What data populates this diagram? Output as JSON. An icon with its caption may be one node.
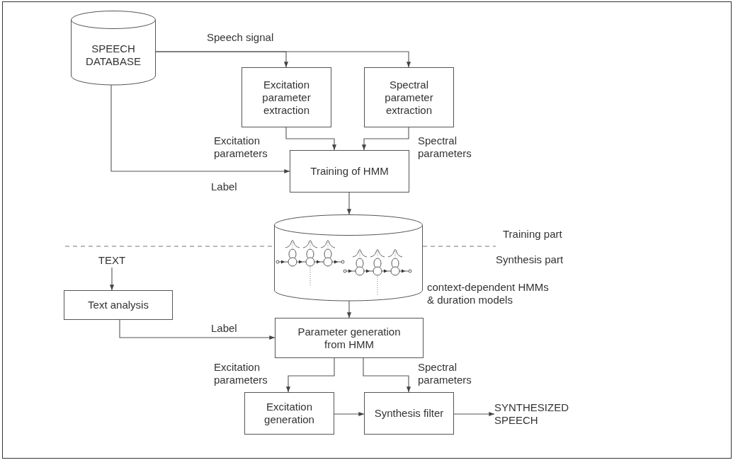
{
  "diagram": {
    "nodes": [
      {
        "text": [
          "SPEECH DATABASE"
        ]
      },
      {
        "text": [
          "Excitation parameter extraction"
        ]
      },
      {
        "text": [
          "Spectral parameter extraction"
        ]
      },
      {
        "text": [
          "Training of HMM"
        ]
      },
      {
        "text": [],
        "shape": "cylinder",
        "beside": [
          "context-dependent HMMs & duration models"
        ]
      },
      {
        "text": [
          "TEXT"
        ]
      },
      {
        "text": [
          "Text analysis"
        ]
      },
      {
        "text": [
          "Parameter generation from HMM"
        ]
      },
      {
        "text": [
          "Excitation generation"
        ]
      },
      {
        "text": [
          "Synthesis filter"
        ]
      },
      {
        "text": [
          "SYNTHESIZED SPEECH"
        ]
      }
    ],
    "edges": [
      {
        "from": 0,
        "to": 1,
        "arrow": "to",
        "label": "Speech signal"
      },
      {
        "from": 0,
        "to": 2,
        "arrow": "to"
      },
      {
        "from": 1,
        "to": 3,
        "arrow": "to",
        "label": "Excitation parameters"
      },
      {
        "from": 2,
        "to": 3,
        "arrow": "to",
        "label": "Spectral parameters"
      },
      {
        "from": 0,
        "to": 3,
        "arrow": "to",
        "label": "Label"
      },
      {
        "from": 3,
        "to": 4,
        "arrow": "to"
      },
      {
        "from": 5,
        "to": 6,
        "arrow": "to"
      },
      {
        "from": 4,
        "to": 7,
        "arrow": "to"
      },
      {
        "from": 6,
        "to": 7,
        "arrow": "to",
        "label": "Label"
      },
      {
        "from": 7,
        "to": 8,
        "arrow": "to",
        "label": "Excitation parameters"
      },
      {
        "from": 7,
        "to": 9,
        "arrow": "to",
        "label": "Spectral parameters"
      },
      {
        "from": 8,
        "to": 9,
        "arrow": "to"
      },
      {
        "from": 9,
        "to": 10,
        "arrow": "to"
      }
    ],
    "labels": [
      "Training part",
      "Synthesis part"
    ]
  }
}
